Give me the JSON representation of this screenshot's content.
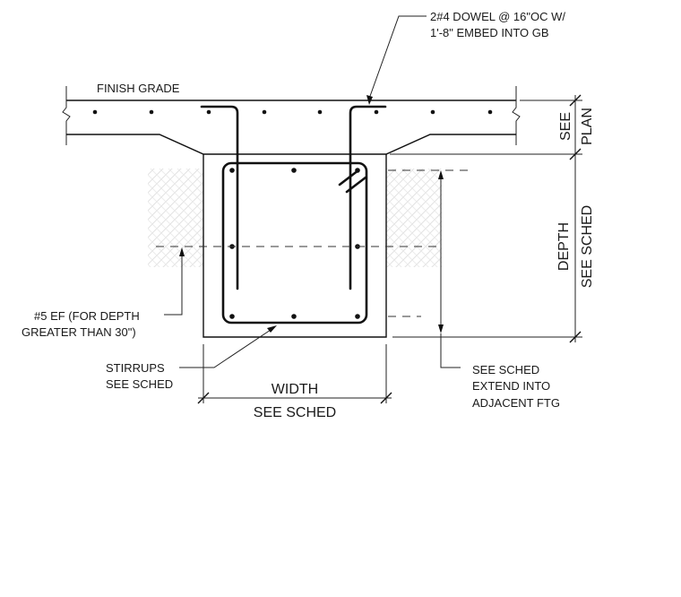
{
  "labels": {
    "dowel_line1": "2#4 DOWEL @ 16\"OC W/",
    "dowel_line2": "1'-8\" EMBED INTO GB",
    "finish_grade": "FINISH GRADE",
    "see": "SEE",
    "plan": "PLAN",
    "depth": "DEPTH",
    "see_sched_depth": "SEE SCHED",
    "ef_line1": "#5 EF (FOR DEPTH",
    "ef_line2": "GREATER THAN 30\")",
    "stirrups_line1": "STIRRUPS",
    "stirrups_line2": "SEE SCHED",
    "width": "WIDTH",
    "see_sched_width": "SEE SCHED",
    "extend_line1": "SEE SCHED",
    "extend_line2": "EXTEND INTO",
    "extend_line3": "ADJACENT FTG"
  }
}
